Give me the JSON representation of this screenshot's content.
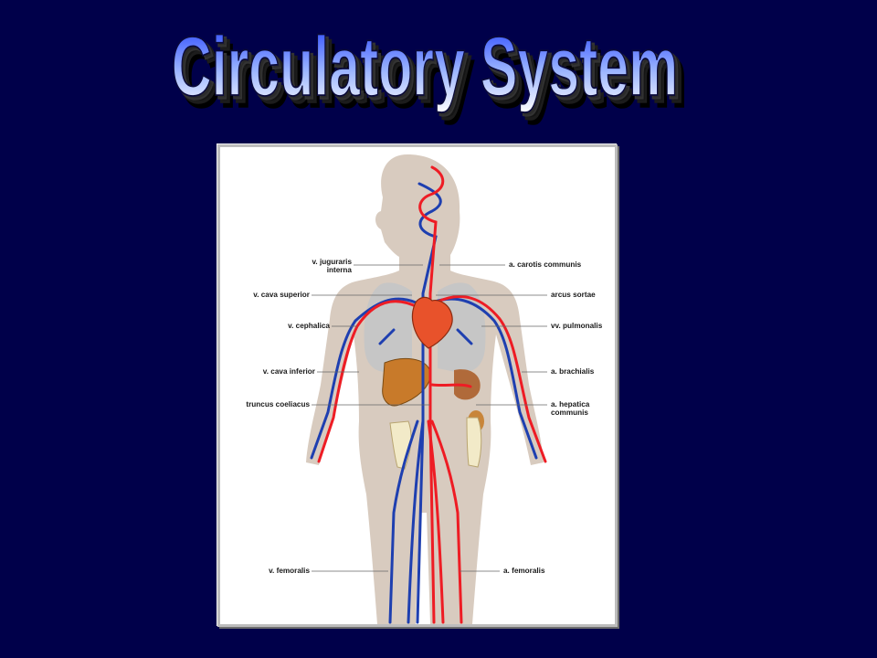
{
  "slide": {
    "title": "Circulatory System",
    "background_color": "#00004a",
    "title_gradient": [
      "#1e3cff",
      "#9bb4ff",
      "#ffffff"
    ]
  },
  "diagram": {
    "left_labels": [
      {
        "id": "v-jugularis",
        "lines": [
          "v. juguraris",
          "interna"
        ]
      },
      {
        "id": "v-cava-superior",
        "lines": [
          "v. cava superior"
        ]
      },
      {
        "id": "v-cephalica",
        "lines": [
          "v. cephalica"
        ]
      },
      {
        "id": "v-cava-inferior",
        "lines": [
          "v. cava inferior"
        ]
      },
      {
        "id": "truncus-coeliacus",
        "lines": [
          "truncus coeliacus"
        ]
      },
      {
        "id": "v-femoralis",
        "lines": [
          "v. femoralis"
        ]
      }
    ],
    "right_labels": [
      {
        "id": "a-carotis",
        "lines": [
          "a. carotis communis"
        ]
      },
      {
        "id": "arcus-sortae",
        "lines": [
          "arcus sortae"
        ]
      },
      {
        "id": "vv-pulmonalis",
        "lines": [
          "vv. pulmonalis"
        ]
      },
      {
        "id": "a-brachialis",
        "lines": [
          "a. brachialis"
        ]
      },
      {
        "id": "a-hepatica",
        "lines": [
          "a. hepatica",
          "communis"
        ]
      },
      {
        "id": "a-femoralis",
        "lines": [
          "a. femoralis"
        ]
      }
    ],
    "colors": {
      "skin": "#d8cbbf",
      "artery": "#ee1c24",
      "vein": "#1e3fb0",
      "lung": "#c9c9c9",
      "heart": "#e8522b",
      "liver": "#c87a2a"
    }
  }
}
